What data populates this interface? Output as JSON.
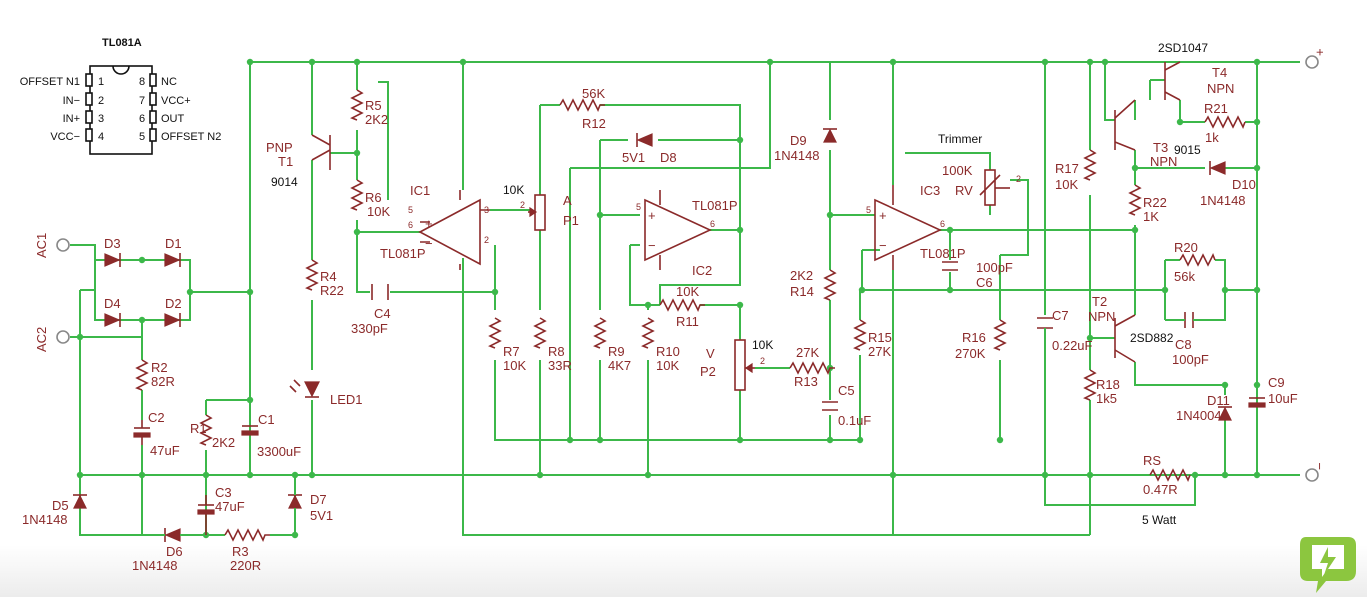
{
  "ic_package": {
    "title": "TL081A",
    "pins_left": [
      {
        "num": "1",
        "name": "OFFSET N1"
      },
      {
        "num": "2",
        "name": "IN−"
      },
      {
        "num": "3",
        "name": "IN+"
      },
      {
        "num": "4",
        "name": "VCC−"
      }
    ],
    "pins_right": [
      {
        "num": "8",
        "name": "NC"
      },
      {
        "num": "7",
        "name": "VCC+"
      },
      {
        "num": "6",
        "name": "OUT"
      },
      {
        "num": "5",
        "name": "OFFSET N2"
      }
    ]
  },
  "terminals": {
    "ac1": "AC1",
    "ac2": "AC2",
    "plus": "+",
    "minus": "−"
  },
  "annotations": {
    "t1_part": "9014",
    "p1_value": "10K",
    "p2_value": "10K",
    "trimmer": "Trimmer",
    "t4_part": "2SD1047",
    "t3_part": "9015",
    "t2_part": "2SD882",
    "rs_power": "5 Watt"
  },
  "components": {
    "D1": {
      "ref": "D1"
    },
    "D2": {
      "ref": "D2"
    },
    "D3": {
      "ref": "D3"
    },
    "D4": {
      "ref": "D4"
    },
    "R2": {
      "ref": "R2",
      "value": "82R"
    },
    "C2": {
      "ref": "C2",
      "value": "47uF"
    },
    "R1": {
      "ref": "R1",
      "value": "2K2"
    },
    "C1": {
      "ref": "C1",
      "value": "3300uF"
    },
    "D5": {
      "ref": "D5",
      "value": "1N4148"
    },
    "D6": {
      "ref": "D6",
      "value": "1N4148"
    },
    "C3": {
      "ref": "C3",
      "value": "47uF"
    },
    "R3": {
      "ref": "R3",
      "value": "220R"
    },
    "D7": {
      "ref": "D7",
      "value": "5V1"
    },
    "T1": {
      "ref": "T1",
      "type": "PNP"
    },
    "R4": {
      "ref": "R4",
      "value": "R22"
    },
    "LED1": {
      "ref": "LED1"
    },
    "R5": {
      "ref": "R5",
      "value": "2K2"
    },
    "R6": {
      "ref": "R6",
      "value": "10K"
    },
    "IC1": {
      "ref": "IC1",
      "part": "TL081P"
    },
    "C4": {
      "ref": "C4",
      "value": "330pF"
    },
    "R7": {
      "ref": "R7",
      "value": "10K"
    },
    "R8": {
      "ref": "R8",
      "value": "33R"
    },
    "P1": {
      "ref": "P1",
      "mark": "A"
    },
    "R12": {
      "ref": "R12",
      "value": "56K"
    },
    "D8": {
      "ref": "D8",
      "value": "5V1"
    },
    "IC2": {
      "ref": "IC2",
      "part": "TL081P"
    },
    "R11": {
      "ref": "R11",
      "value": "10K"
    },
    "R9": {
      "ref": "R9",
      "value": "4K7"
    },
    "R10": {
      "ref": "R10",
      "value": "10K"
    },
    "P2": {
      "ref": "P2",
      "mark": "V"
    },
    "R13": {
      "ref": "R13",
      "value": "27K"
    },
    "D9": {
      "ref": "D9",
      "value": "1N4148"
    },
    "R14": {
      "ref": "R14",
      "value": "2K2"
    },
    "R15": {
      "ref": "R15",
      "value": "27K"
    },
    "C5": {
      "ref": "C5",
      "value": "0.1uF"
    },
    "IC3": {
      "ref": "IC3",
      "part": "TL081P"
    },
    "RV": {
      "ref": "RV",
      "value": "100K"
    },
    "C6": {
      "ref": "C6",
      "value": "100pF"
    },
    "R16": {
      "ref": "R16",
      "value": "270K"
    },
    "C7": {
      "ref": "C7",
      "value": "0.22uF"
    },
    "R17": {
      "ref": "R17",
      "value": "10K"
    },
    "R18": {
      "ref": "R18",
      "value": "1k5"
    },
    "T4": {
      "ref": "T4",
      "type": "NPN"
    },
    "T3": {
      "ref": "T3",
      "type": "NPN"
    },
    "T2": {
      "ref": "T2",
      "type": "NPN"
    },
    "R21": {
      "ref": "R21",
      "value": "1k"
    },
    "R22": {
      "ref": "R22",
      "value": "1K"
    },
    "D10": {
      "ref": "D10",
      "value": "1N4148"
    },
    "R20": {
      "ref": "R20",
      "value": "56k"
    },
    "C8": {
      "ref": "C8",
      "value": "100pF"
    },
    "D11": {
      "ref": "D11",
      "value": "1N4004"
    },
    "C9": {
      "ref": "C9",
      "value": "10uF"
    },
    "RS": {
      "ref": "RS",
      "value": "0.47R"
    }
  },
  "pin_numbers": {
    "p2": "2",
    "p3": "3",
    "p4": "4",
    "p5": "5",
    "p6": "6",
    "p7": "7",
    "p1": "1"
  },
  "logo": {
    "name": "lightning-leaf-logo",
    "color": "#8cc63f"
  }
}
